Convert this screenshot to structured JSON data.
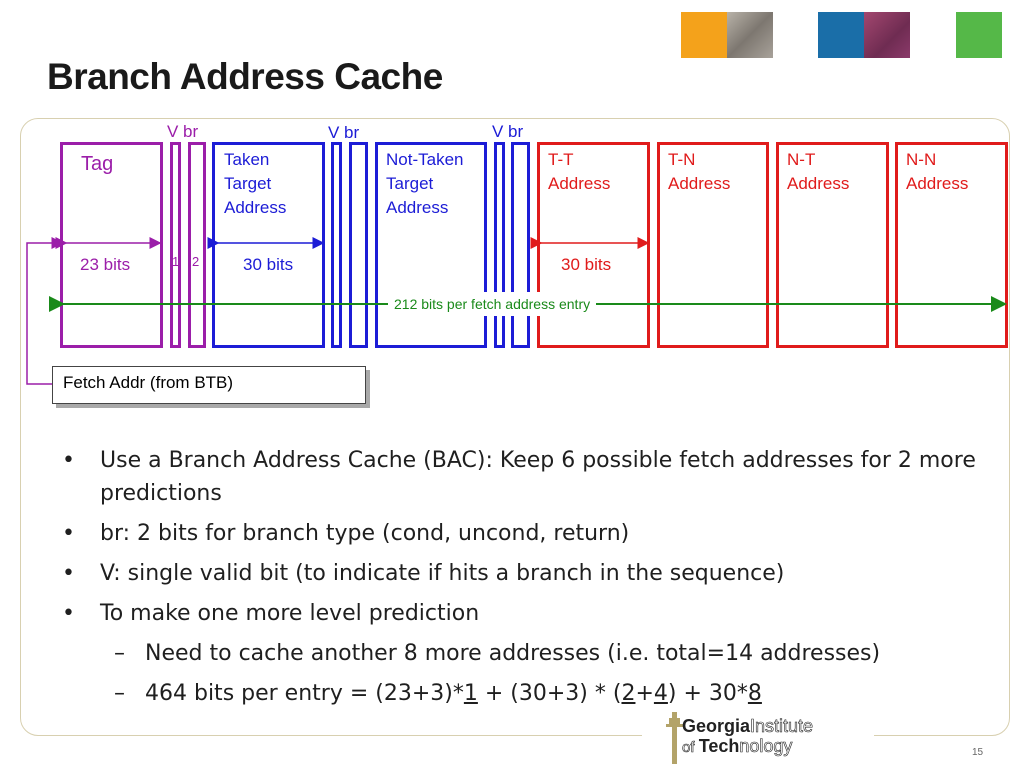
{
  "title": "Branch Address Cache",
  "header_colors": [
    "#f4a21b",
    "#8a8a8a",
    "#1a6ea8",
    "#8b3a6a",
    "#55b848"
  ],
  "diagram": {
    "vbr_labels": [
      "V br",
      "V br",
      "V br"
    ],
    "tag_label": "Tag",
    "taken_label": [
      "Taken",
      "Target",
      "Address"
    ],
    "nottaken_label": [
      "Not-Taken",
      "Target",
      "Address"
    ],
    "tt_label": [
      "T-T",
      "Address"
    ],
    "tn_label": [
      "T-N",
      "Address"
    ],
    "nt_label": [
      "N-T",
      "Address"
    ],
    "nn_label": [
      "N-N",
      "Address"
    ],
    "bits_23": "23 bits",
    "bits_1": "1",
    "bits_2": "2",
    "bits_30_a": "30 bits",
    "bits_30_b": "30 bits",
    "bits_212": "212 bits per fetch address entry",
    "fetch_addr": "Fetch Addr (from BTB)"
  },
  "bullets": {
    "b1": "Use a Branch Address Cache (BAC): Keep 6 possible fetch addresses for 2 more predictions",
    "b2": "br: 2 bits for branch type (cond, uncond, return)",
    "b3": "V: single valid bit (to indicate if hits a branch in the sequence)",
    "b4": "To make one more level prediction",
    "s1": "Need to cache another 8 more addresses (i.e. total=14 addresses)",
    "s2_pre": "464 bits per entry = (23+3)*",
    "s2_u1": "1",
    "s2_mid1": " + (30+3) * (",
    "s2_u2": "2",
    "s2_plus": "+",
    "s2_u3": "4",
    "s2_mid2": ") + 30*",
    "s2_u4": "8"
  },
  "logo": {
    "line1a": "Georgia",
    "line1b": "Institute",
    "line2a": "of ",
    "line2b": "Tech",
    "line2c": "nology"
  },
  "page_number": "15"
}
